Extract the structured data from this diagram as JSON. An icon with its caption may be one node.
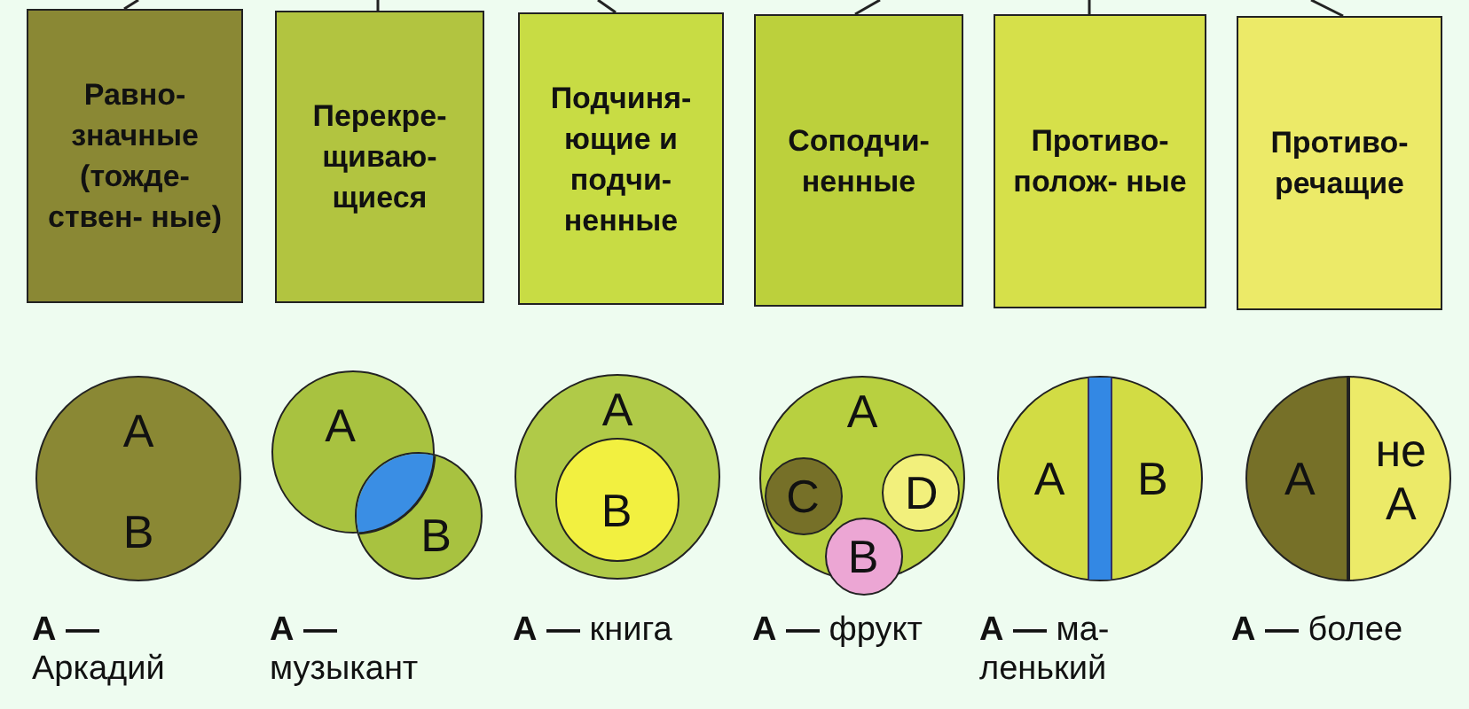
{
  "diagram": {
    "nodes": [
      {
        "text": [
          "Равно- значные (тожде- ствен- ные)"
        ]
      },
      {
        "text": [
          "Перекре- щиваю- щиеся"
        ]
      },
      {
        "text": [
          "Подчиня- ющие и подчи- ненные"
        ]
      },
      {
        "text": [
          "Соподчи- ненные"
        ]
      },
      {
        "text": [
          "Противо- полож- ные"
        ]
      },
      {
        "text": [
          "Противо- речащие"
        ]
      },
      {
        "text": [
          "A",
          "B"
        ]
      },
      {
        "text": [
          "A"
        ]
      },
      {
        "text": [
          "B"
        ]
      },
      {
        "text": [
          "A"
        ]
      },
      {
        "text": [
          "B"
        ],
        "in": 9
      },
      {
        "text": [
          "A"
        ]
      },
      {
        "text": [
          "C"
        ],
        "in": 11
      },
      {
        "text": [
          "D"
        ],
        "in": 11
      },
      {
        "text": [
          "B"
        ],
        "in": 11
      },
      {
        "text": [
          "A",
          "B"
        ]
      },
      {
        "text": [
          "A",
          "не A"
        ]
      }
    ],
    "edges": [
      {
        "from": null,
        "to": 0,
        "arrow": "none"
      },
      {
        "from": null,
        "to": 1,
        "arrow": "none"
      },
      {
        "from": null,
        "to": 2,
        "arrow": "none"
      },
      {
        "from": null,
        "to": 3,
        "arrow": "none"
      },
      {
        "from": null,
        "to": 4,
        "arrow": "none"
      },
      {
        "from": null,
        "to": 5,
        "arrow": "none"
      }
    ],
    "labels": [
      "**А —** Аркадий",
      "**А —** музыкант",
      "**А —** книга",
      "**А —** фрукт",
      "**А —** ма- ленький",
      "**А —** более"
    ]
  }
}
